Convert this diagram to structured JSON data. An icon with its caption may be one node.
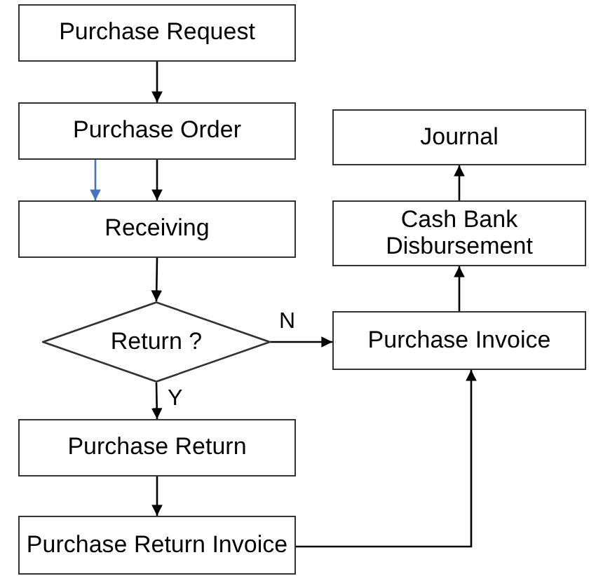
{
  "diagram": {
    "nodes": [
      {
        "text": [
          "Purchase Request"
        ]
      },
      {
        "text": [
          "Purchase Order"
        ]
      },
      {
        "text": [
          "Receiving"
        ]
      },
      {
        "text": [
          "Return ?"
        ]
      },
      {
        "text": [
          "Purchase Return"
        ]
      },
      {
        "text": [
          "Purchase Return Invoice"
        ]
      },
      {
        "text": [
          "Journal"
        ]
      },
      {
        "text": [
          "Cash Bank Disbursement"
        ]
      },
      {
        "text": [
          "Purchase Invoice"
        ]
      }
    ],
    "edges": [
      {
        "from": 0,
        "to": 1,
        "arrow": "to"
      },
      {
        "from": 1,
        "to": 2,
        "arrow": "to"
      },
      {
        "from": 1,
        "to": 2,
        "arrow": "to",
        "color": "#4472c4"
      },
      {
        "from": 2,
        "to": 3,
        "arrow": "to"
      },
      {
        "from": 3,
        "to": 4,
        "arrow": "to",
        "label": "Y"
      },
      {
        "from": 3,
        "to": 8,
        "arrow": "to",
        "label": "N"
      },
      {
        "from": 4,
        "to": 5,
        "arrow": "to"
      },
      {
        "from": 5,
        "to": 8,
        "arrow": "to"
      },
      {
        "from": 8,
        "to": 7,
        "arrow": "to"
      },
      {
        "from": 7,
        "to": 6,
        "arrow": "to"
      }
    ]
  }
}
